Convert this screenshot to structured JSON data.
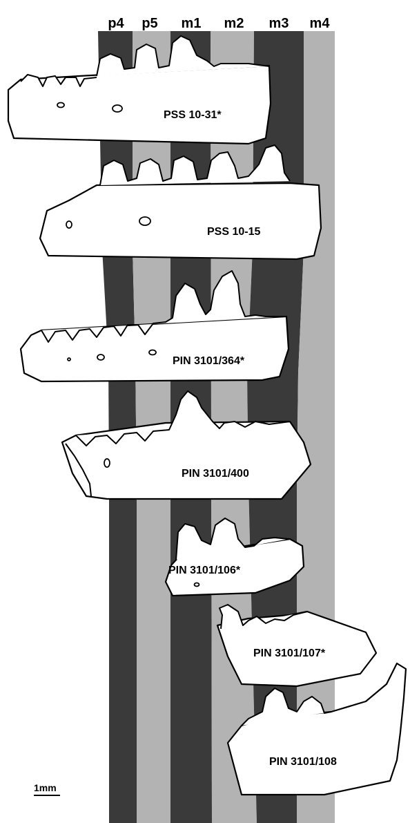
{
  "tooth_positions": [
    "p4",
    "p5",
    "m1",
    "m2",
    "m3",
    "m4"
  ],
  "band_colors": {
    "dark": "#3a3a3a",
    "light": "#b3b3b3"
  },
  "specimens": [
    {
      "label": "PSS 10-31*"
    },
    {
      "label": "PSS 10-15"
    },
    {
      "label": "PIN 3101/364*"
    },
    {
      "label": "PIN 3101/400"
    },
    {
      "label": "PIN 3101/106*"
    },
    {
      "label": "PIN 3101/107*"
    },
    {
      "label": "PIN 3101/108"
    }
  ],
  "scale_bar": {
    "label": "1mm"
  }
}
